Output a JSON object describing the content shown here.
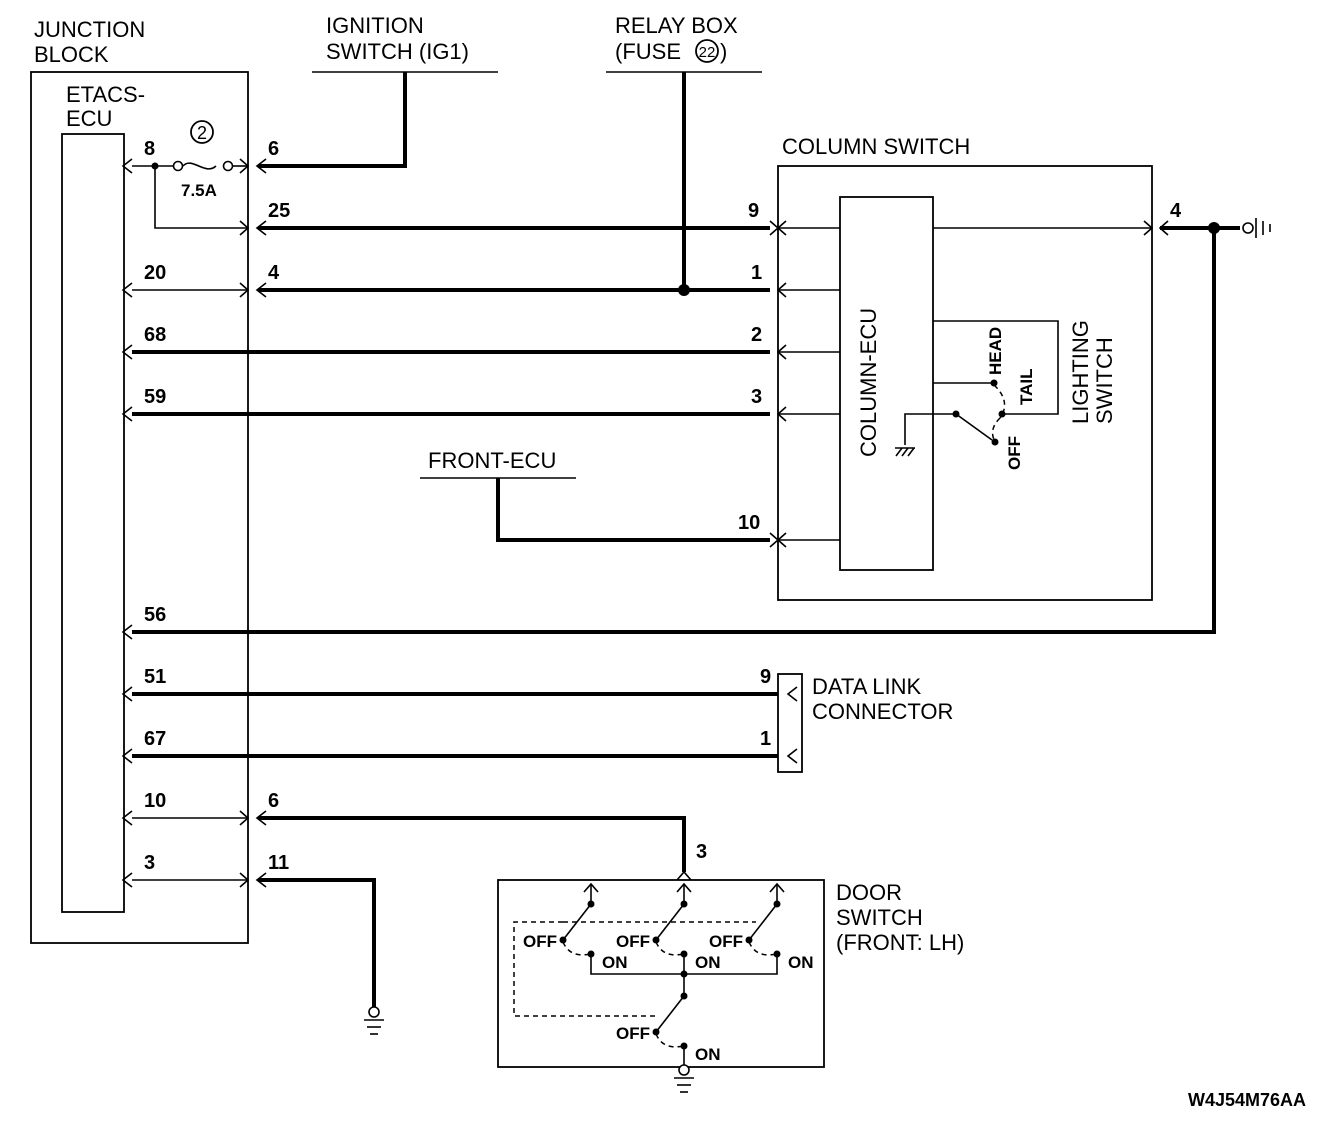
{
  "labels": {
    "junction_block": [
      "JUNCTION",
      "BLOCK"
    ],
    "etacs_ecu": [
      "ETACS-",
      "ECU"
    ],
    "ignition_switch": [
      "IGNITION",
      "SWITCH (IG1)"
    ],
    "relay_box": [
      "RELAY BOX",
      "(FUSE",
      ")"
    ],
    "relay_fuse_no": "22",
    "fuse_no": "2",
    "fuse_rating": "7.5A",
    "column_switch": "COLUMN SWITCH",
    "column_ecu": "COLUMN-ECU",
    "lighting_switch": [
      "LIGHTING",
      "SWITCH"
    ],
    "head": "HEAD",
    "tail": "TAIL",
    "off": "OFF",
    "on": "ON",
    "front_ecu": "FRONT-ECU",
    "data_link": [
      "DATA LINK",
      "CONNECTOR"
    ],
    "door_switch": [
      "DOOR",
      "SWITCH",
      "(FRONT: LH)"
    ],
    "code": "W4J54M76AA"
  },
  "pins": {
    "etacs": [
      "8",
      "20",
      "68",
      "59",
      "56",
      "51",
      "67",
      "10",
      "3"
    ],
    "jb_out": [
      "6",
      "25",
      "4",
      "6",
      "11"
    ],
    "column": [
      "9",
      "1",
      "2",
      "3",
      "10",
      "4"
    ],
    "dlc": [
      "9",
      "1"
    ],
    "door": "3"
  }
}
